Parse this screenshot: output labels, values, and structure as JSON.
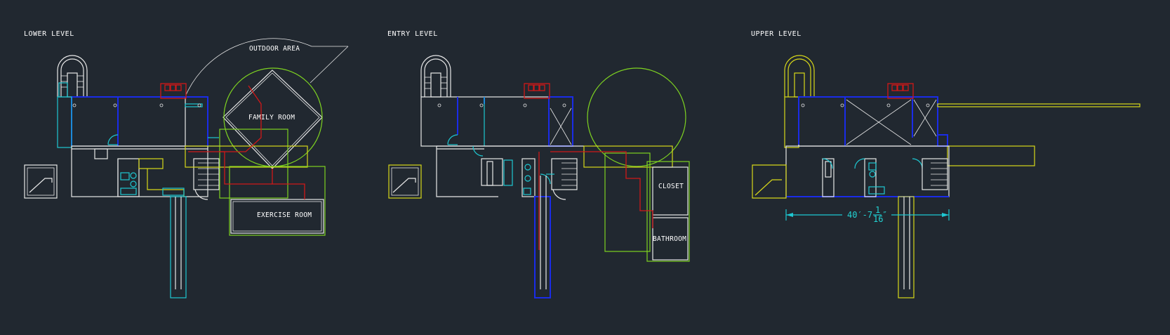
{
  "levels": {
    "lower": {
      "title": "LOWER LEVEL",
      "rooms": {
        "outdoor": "OUTDOOR AREA",
        "family": "FAMILY ROOM",
        "exercise": "EXERCISE ROOM"
      }
    },
    "entry": {
      "title": "ENTRY LEVEL",
      "rooms": {
        "closet": "CLOSET",
        "bathroom": "BATHROOM"
      }
    },
    "upper": {
      "title": "UPPER LEVEL",
      "dimension": {
        "whole": "40′-7",
        "num": "1",
        "den": "16",
        "mark": "″"
      }
    }
  },
  "colors": {
    "background": "#212830",
    "wall": "#e8e8e8",
    "blue": "#1a2ce8",
    "cyan": "#1ec8d2",
    "red": "#d01818",
    "green": "#7ed321",
    "yellow": "#d8d81a"
  }
}
